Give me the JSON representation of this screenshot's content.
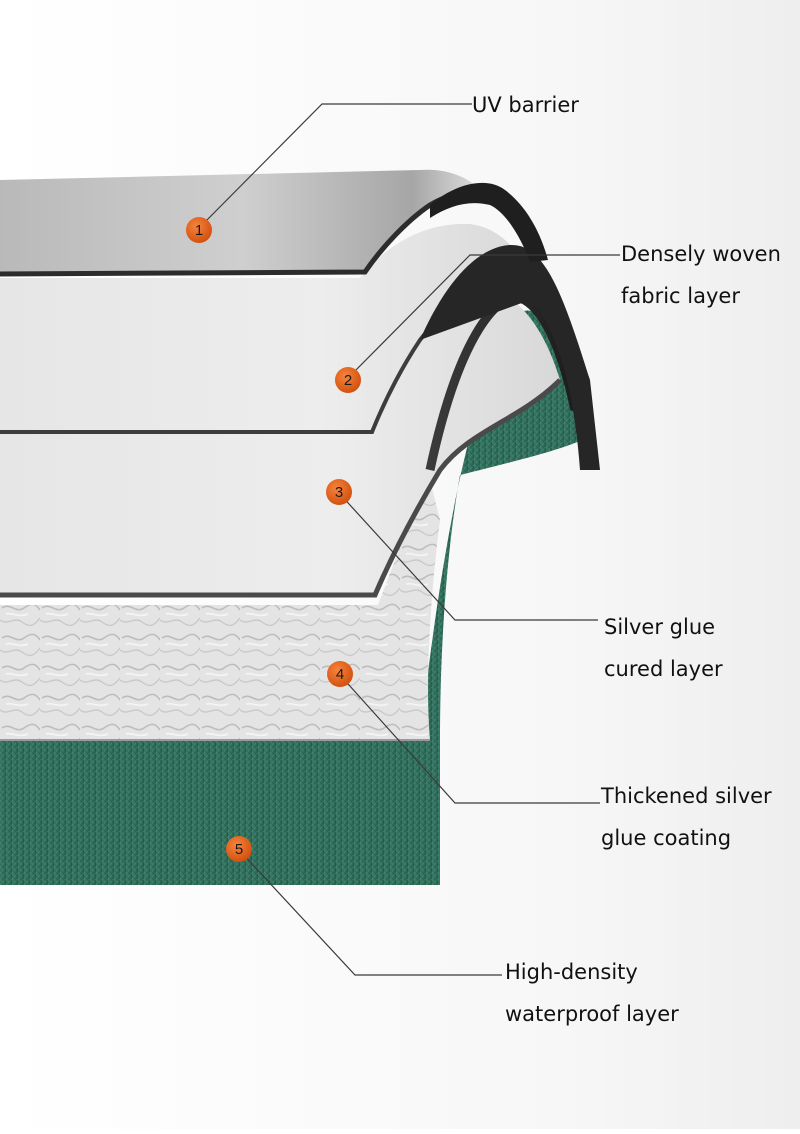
{
  "layers": [
    {
      "number": "1",
      "label_lines": [
        "UV barrier"
      ]
    },
    {
      "number": "2",
      "label_lines": [
        "Densely woven",
        "fabric layer"
      ]
    },
    {
      "number": "3",
      "label_lines": [
        "Silver glue",
        "cured layer"
      ]
    },
    {
      "number": "4",
      "label_lines": [
        "Thickened silver",
        "glue coating"
      ]
    },
    {
      "number": "5",
      "label_lines": [
        "High-density",
        "waterproof layer"
      ]
    }
  ],
  "colors": {
    "badge": "#e35a14",
    "green_fabric": "#2f6f5b",
    "leader_line": "#3a3a3a"
  }
}
